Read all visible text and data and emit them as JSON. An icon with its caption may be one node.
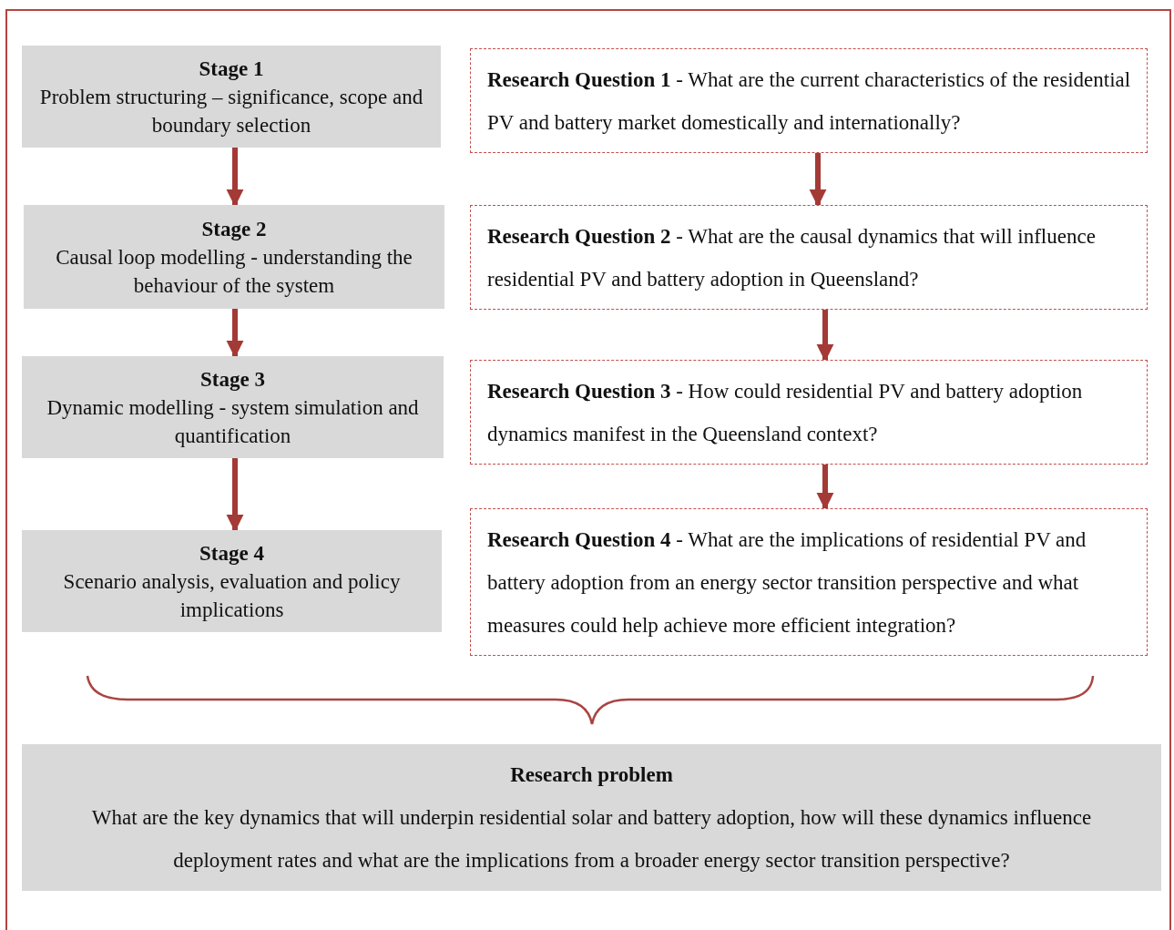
{
  "diagram": {
    "nodes": [
      {
        "text": [
          "Stage 1",
          "Problem structuring – significance, scope and boundary selection"
        ]
      },
      {
        "text": [
          "Stage 2",
          "Causal loop modelling - understanding the behaviour of the system"
        ]
      },
      {
        "text": [
          "Stage 3",
          "Dynamic modelling - system simulation and quantification"
        ]
      },
      {
        "text": [
          "Stage 4",
          "Scenario analysis, evaluation and policy implications"
        ]
      },
      {
        "text": [
          "**Research Question 1** - What are the current characteristics of the residential PV and battery market domestically and internationally?"
        ]
      },
      {
        "text": [
          "**Research Question 2** - What are the causal dynamics that will influence residential PV and battery adoption in Queensland?"
        ]
      },
      {
        "text": [
          "**Research Question 3** - How could residential PV and battery adoption dynamics manifest in the Queensland context?"
        ]
      },
      {
        "text": [
          "**Research Question 4** - What are the implications of residential PV and battery adoption from an energy sector transition perspective and what measures could help achieve more efficient integration?"
        ]
      },
      {
        "text": [
          "Research problem",
          "What are the key dynamics that will underpin residential solar and battery adoption, how will these dynamics influence deployment rates and what are the implications from a broader energy sector transition perspective?"
        ]
      }
    ],
    "edges": [
      {
        "from": 0,
        "to": 1,
        "arrow": "to"
      },
      {
        "from": 1,
        "to": 2,
        "arrow": "to"
      },
      {
        "from": 2,
        "to": 3,
        "arrow": "to"
      },
      {
        "from": 4,
        "to": 5,
        "arrow": "to"
      },
      {
        "from": 5,
        "to": 6,
        "arrow": "to"
      },
      {
        "from": 6,
        "to": 7,
        "arrow": "to"
      }
    ]
  }
}
